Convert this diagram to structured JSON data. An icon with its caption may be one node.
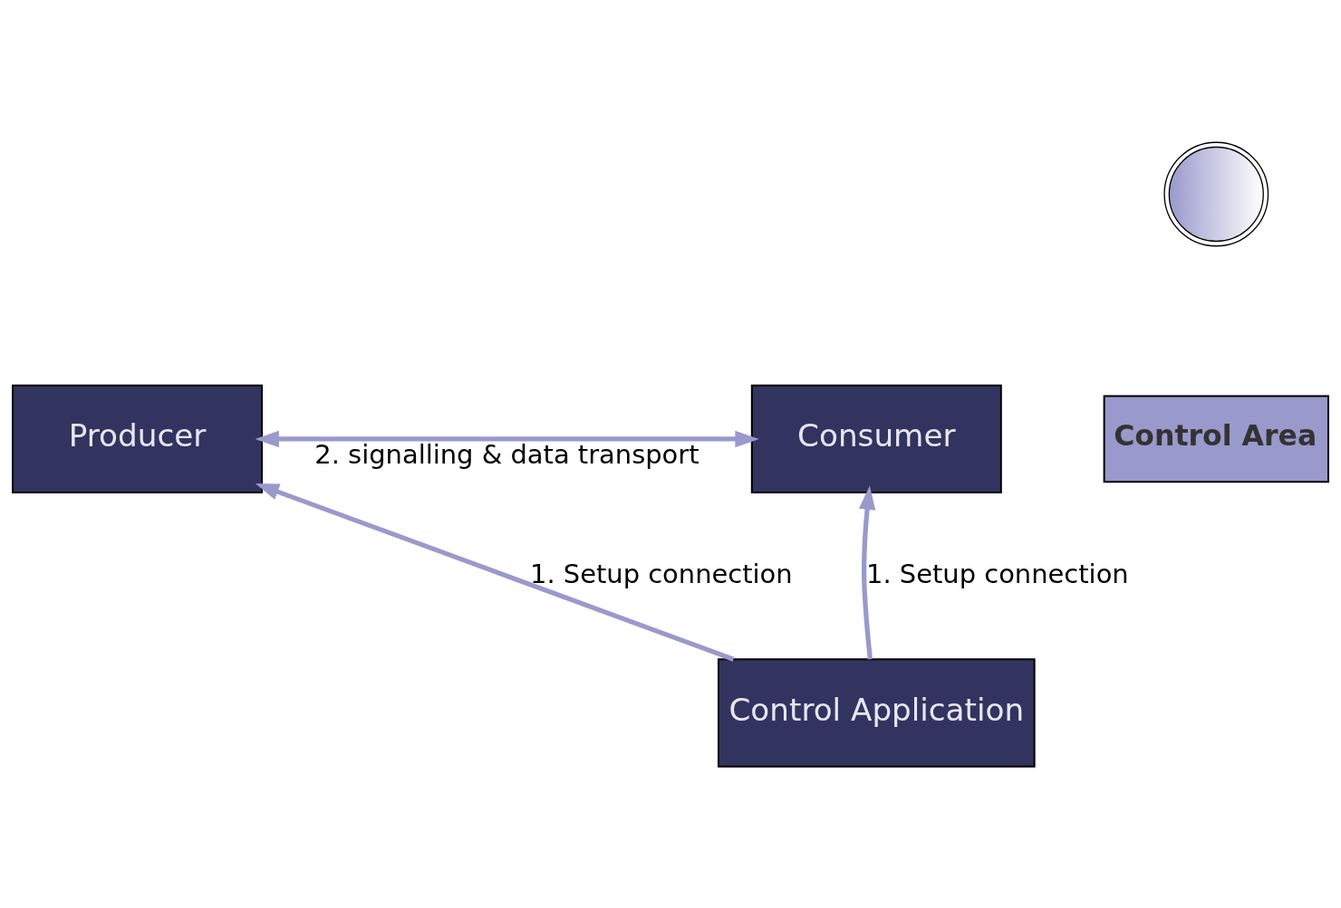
{
  "diagram": {
    "nodes": [
      {
        "text": [],
        "shape": "circle"
      },
      {
        "text": [
          "Producer"
        ]
      },
      {
        "text": [
          "Consumer"
        ]
      },
      {
        "text": [
          "Control Area"
        ]
      },
      {
        "text": [
          "Control Application"
        ]
      }
    ],
    "edges": [
      {
        "from": 1,
        "to": 2,
        "arrow": "both",
        "label": "2. signalling & data transport"
      },
      {
        "from": 4,
        "to": 1,
        "arrow": "to",
        "label": "1. Setup connection"
      },
      {
        "from": 4,
        "to": 2,
        "arrow": "to",
        "label": "1. Setup connection"
      }
    ]
  }
}
